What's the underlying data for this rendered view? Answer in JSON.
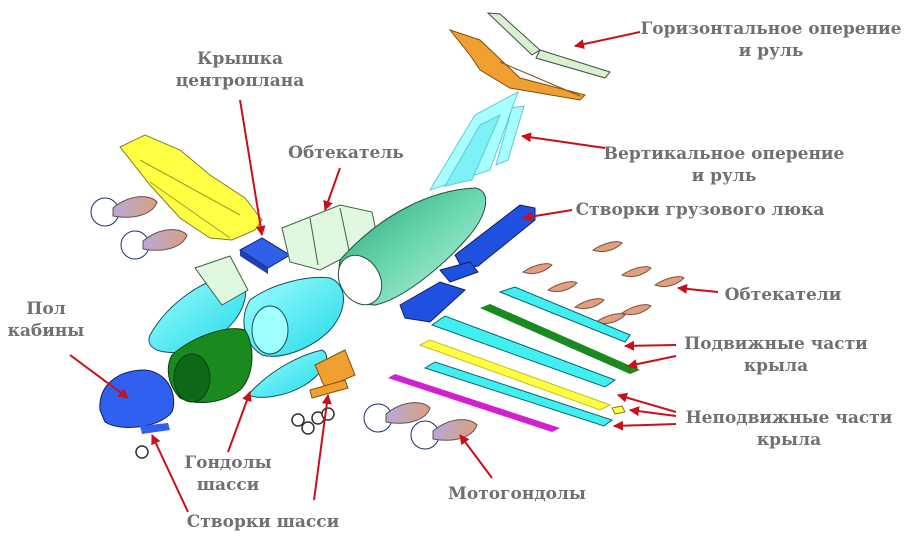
{
  "labels": {
    "horizontal_tail": [
      "Горизонтальное оперение",
      "и руль"
    ],
    "center_wing_cover": [
      "Крышка",
      "центроплана"
    ],
    "fairing": "Обтекатель",
    "vertical_tail": [
      "Вертикальное оперение",
      "и руль"
    ],
    "cargo_doors": "Створки грузового люка",
    "fairings": "Обтекатели",
    "cabin_floor": [
      "Пол",
      "кабины"
    ],
    "moving_wing_parts": [
      "Подвижные части",
      "крыла"
    ],
    "fixed_wing_parts": [
      "Неподвижные части",
      "крыла"
    ],
    "gear_nacelles": [
      "Гондолы",
      "шасси"
    ],
    "nacelles": "Мотогондолы",
    "gear_doors": "Створки шасси"
  },
  "colors": {
    "arrow": "#c8101a",
    "label_text": "#707070",
    "wing_yellow": "#ffff44",
    "tail_orange": "#f0a030",
    "fuselage_green": "#4cc8a0",
    "cyan": "#40f0f0",
    "blue": "#2050e0",
    "dark_green": "#1a8a20",
    "nacelle_brown": "#c89070",
    "magenta": "#d020d0"
  }
}
